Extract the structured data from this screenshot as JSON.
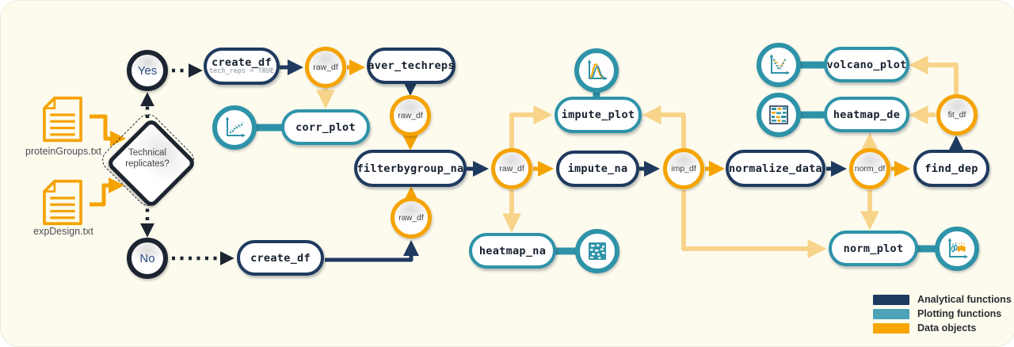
{
  "palette": {
    "navy": "#1f3a5f",
    "teal": "#2e93a8",
    "orange": "#f5a302",
    "pale_orange": "#f8d48a",
    "dark_ink": "#1b2430",
    "background": "#fdfbee"
  },
  "files": {
    "protein_groups": "proteinGroups.txt",
    "exp_design": "expDesign.txt"
  },
  "decision": {
    "question": "Technical replicates?",
    "yes": "Yes",
    "no": "No"
  },
  "functions": {
    "create_df": "create_df",
    "create_df_arg": "tech_reps = TRUE",
    "aver_techreps": "aver_techreps",
    "corr_plot": "corr_plot",
    "filterbygroup_na": "filterbygroup_na",
    "impute_plot": "impute_plot",
    "impute_na": "impute_na",
    "heatmap_na": "heatmap_na",
    "normalize_data": "normalize_data",
    "find_dep": "find_dep",
    "volcano_plot": "volcano_plot",
    "heatmap_de": "heatmap_de",
    "norm_plot": "norm_plot"
  },
  "data_objects": {
    "raw_df": "raw_df",
    "imp_df": "imp_df",
    "norm_df": "norm_df",
    "fit_df": "fit_df"
  },
  "legend": {
    "analytical": "Analytical functions",
    "plotting": "Plotting functions",
    "data": "Data objects"
  }
}
